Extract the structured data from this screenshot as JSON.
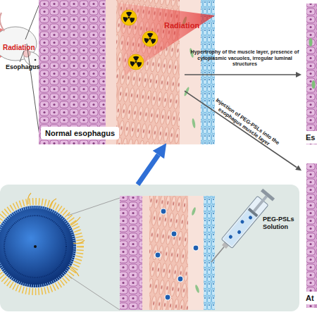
{
  "diagram": {
    "nodes": [
      {
        "text": [
          "Normal esophagus"
        ]
      },
      {
        "text": [
          "Es"
        ]
      },
      {
        "text": [
          "At"
        ]
      },
      {
        "text": [
          "PEG-PSLs Solution"
        ]
      }
    ],
    "edges": [
      {
        "from": 0,
        "to": 1,
        "arrow": "to",
        "label": "Hypertrophy of the muscle layer, presence of cytoplasmic vacuoles, irregular luminal structures"
      },
      {
        "from": 0,
        "to": 2,
        "arrow": "to",
        "label": "Injection of PEG-PSLs into the esophagus muscle layer"
      },
      {
        "from": 3,
        "to": 0,
        "arrow": "to"
      }
    ],
    "labels": [
      "Radiation",
      "Esophagus",
      "Radiation"
    ]
  }
}
